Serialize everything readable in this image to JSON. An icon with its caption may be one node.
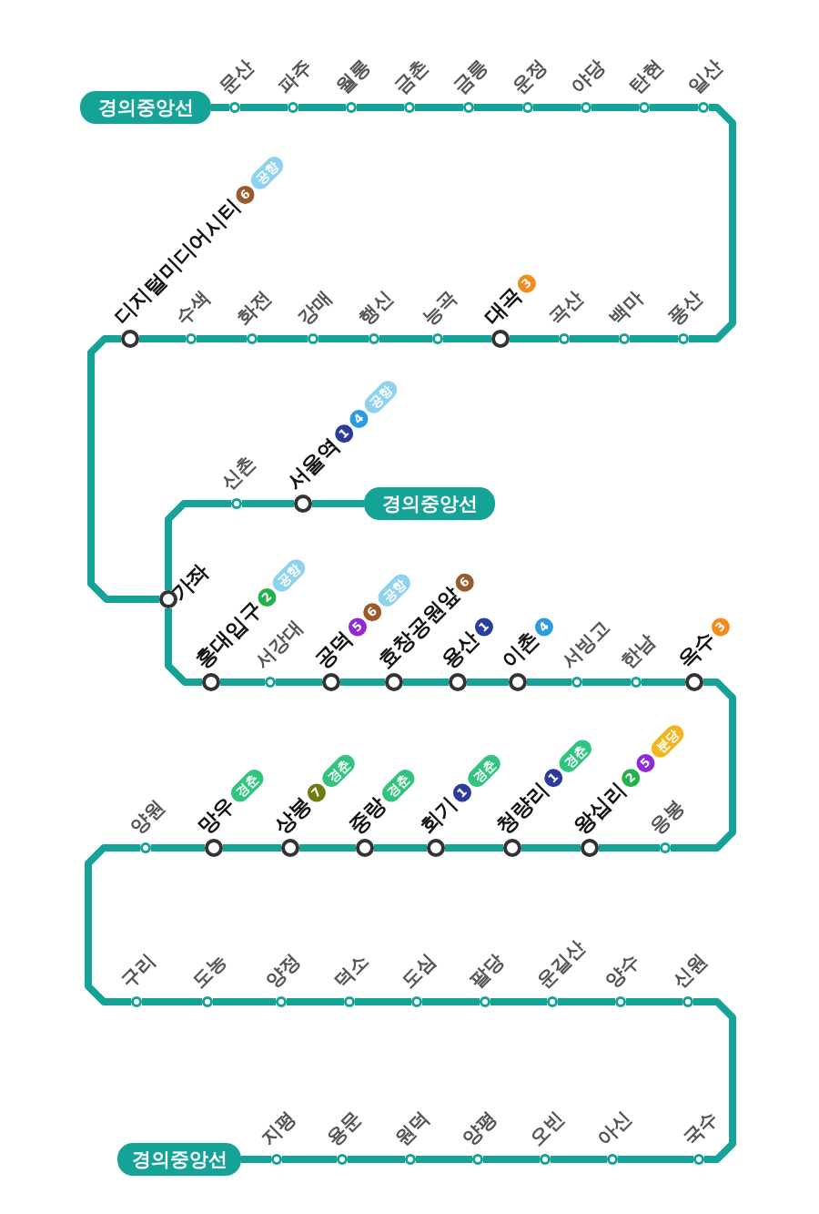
{
  "diagram": {
    "nodes": [
      {
        "text": [
          "경의중앙선"
        ]
      },
      {
        "text": [],
        "shape": "circle",
        "beside": [
          "문산"
        ]
      },
      {
        "text": [],
        "shape": "circle",
        "beside": [
          "파주"
        ]
      },
      {
        "text": [],
        "shape": "circle",
        "beside": [
          "월롱"
        ]
      },
      {
        "text": [],
        "shape": "circle",
        "beside": [
          "금촌"
        ]
      },
      {
        "text": [],
        "shape": "circle",
        "beside": [
          "금릉"
        ]
      },
      {
        "text": [],
        "shape": "circle",
        "beside": [
          "운정"
        ]
      },
      {
        "text": [],
        "shape": "circle",
        "beside": [
          "야당"
        ]
      },
      {
        "text": [],
        "shape": "circle",
        "beside": [
          "탄현"
        ]
      },
      {
        "text": [],
        "shape": "circle",
        "beside": [
          "일산"
        ]
      },
      {
        "text": [],
        "shape": "circle",
        "beside": [
          "디지털미디어시티",
          "6",
          "공항"
        ]
      },
      {
        "text": [],
        "shape": "circle",
        "beside": [
          "수색"
        ]
      },
      {
        "text": [],
        "shape": "circle",
        "beside": [
          "화전"
        ]
      },
      {
        "text": [],
        "shape": "circle",
        "beside": [
          "강매"
        ]
      },
      {
        "text": [],
        "shape": "circle",
        "beside": [
          "행신"
        ]
      },
      {
        "text": [],
        "shape": "circle",
        "beside": [
          "능곡"
        ]
      },
      {
        "text": [],
        "shape": "circle",
        "beside": [
          "대곡",
          "3"
        ]
      },
      {
        "text": [],
        "shape": "circle",
        "beside": [
          "곡산"
        ]
      },
      {
        "text": [],
        "shape": "circle",
        "beside": [
          "백마"
        ]
      },
      {
        "text": [],
        "shape": "circle",
        "beside": [
          "풍산"
        ]
      },
      {
        "text": [],
        "shape": "circle",
        "beside": [
          "신촌"
        ]
      },
      {
        "text": [],
        "shape": "circle",
        "beside": [
          "서울역",
          "1",
          "4",
          "공항"
        ]
      },
      {
        "text": [
          "경의중앙선"
        ]
      },
      {
        "text": [],
        "shape": "circle",
        "beside": [
          "가좌"
        ]
      },
      {
        "text": [],
        "shape": "circle",
        "beside": [
          "홍대입구",
          "2",
          "공항"
        ]
      },
      {
        "text": [],
        "shape": "circle",
        "beside": [
          "서강대"
        ]
      },
      {
        "text": [],
        "shape": "circle",
        "beside": [
          "공덕",
          "5",
          "6",
          "공항"
        ]
      },
      {
        "text": [],
        "shape": "circle",
        "beside": [
          "효창공원앞",
          "6"
        ]
      },
      {
        "text": [],
        "shape": "circle",
        "beside": [
          "용산",
          "1"
        ]
      },
      {
        "text": [],
        "shape": "circle",
        "beside": [
          "이촌",
          "4"
        ]
      },
      {
        "text": [],
        "shape": "circle",
        "beside": [
          "서빙고"
        ]
      },
      {
        "text": [],
        "shape": "circle",
        "beside": [
          "한남"
        ]
      },
      {
        "text": [],
        "shape": "circle",
        "beside": [
          "옥수",
          "3"
        ]
      },
      {
        "text": [],
        "shape": "circle",
        "beside": [
          "양원"
        ]
      },
      {
        "text": [],
        "shape": "circle",
        "beside": [
          "망우",
          "경춘"
        ]
      },
      {
        "text": [],
        "shape": "circle",
        "beside": [
          "상봉",
          "7",
          "경춘"
        ]
      },
      {
        "text": [],
        "shape": "circle",
        "beside": [
          "중랑",
          "경춘"
        ]
      },
      {
        "text": [],
        "shape": "circle",
        "beside": [
          "회기",
          "1",
          "경춘"
        ]
      },
      {
        "text": [],
        "shape": "circle",
        "beside": [
          "청량리",
          "1",
          "경춘"
        ]
      },
      {
        "text": [],
        "shape": "circle",
        "beside": [
          "왕십리",
          "2",
          "5",
          "분당"
        ]
      },
      {
        "text": [],
        "shape": "circle",
        "beside": [
          "응봉"
        ]
      },
      {
        "text": [],
        "shape": "circle",
        "beside": [
          "구리"
        ]
      },
      {
        "text": [],
        "shape": "circle",
        "beside": [
          "도농"
        ]
      },
      {
        "text": [],
        "shape": "circle",
        "beside": [
          "양정"
        ]
      },
      {
        "text": [],
        "shape": "circle",
        "beside": [
          "덕소"
        ]
      },
      {
        "text": [],
        "shape": "circle",
        "beside": [
          "도심"
        ]
      },
      {
        "text": [],
        "shape": "circle",
        "beside": [
          "팔당"
        ]
      },
      {
        "text": [],
        "shape": "circle",
        "beside": [
          "운길산"
        ]
      },
      {
        "text": [],
        "shape": "circle",
        "beside": [
          "양수"
        ]
      },
      {
        "text": [],
        "shape": "circle",
        "beside": [
          "신원"
        ]
      },
      {
        "text": [
          "경의중앙선"
        ]
      },
      {
        "text": [],
        "shape": "circle",
        "beside": [
          "지평"
        ]
      },
      {
        "text": [],
        "shape": "circle",
        "beside": [
          "용문"
        ]
      },
      {
        "text": [],
        "shape": "circle",
        "beside": [
          "원덕"
        ]
      },
      {
        "text": [],
        "shape": "circle",
        "beside": [
          "양평"
        ]
      },
      {
        "text": [],
        "shape": "circle",
        "beside": [
          "오빈"
        ]
      },
      {
        "text": [],
        "shape": "circle",
        "beside": [
          "아신"
        ]
      },
      {
        "text": [],
        "shape": "circle",
        "beside": [
          "국수"
        ]
      }
    ],
    "edges": [
      {
        "from": 0,
        "to": 1,
        "arrow": "none"
      },
      {
        "from": 1,
        "to": 2,
        "arrow": "none"
      },
      {
        "from": 2,
        "to": 3,
        "arrow": "none"
      },
      {
        "from": 3,
        "to": 4,
        "arrow": "none"
      },
      {
        "from": 4,
        "to": 5,
        "arrow": "none"
      },
      {
        "from": 5,
        "to": 6,
        "arrow": "none"
      },
      {
        "from": 6,
        "to": 7,
        "arrow": "none"
      },
      {
        "from": 7,
        "to": 8,
        "arrow": "none"
      },
      {
        "from": 8,
        "to": 9,
        "arrow": "none"
      },
      {
        "from": 9,
        "to": 19,
        "arrow": "none"
      },
      {
        "from": 19,
        "to": 18,
        "arrow": "none"
      },
      {
        "from": 18,
        "to": 17,
        "arrow": "none"
      },
      {
        "from": 17,
        "to": 16,
        "arrow": "none"
      },
      {
        "from": 16,
        "to": 15,
        "arrow": "none"
      },
      {
        "from": 15,
        "to": 14,
        "arrow": "none"
      },
      {
        "from": 14,
        "to": 13,
        "arrow": "none"
      },
      {
        "from": 13,
        "to": 12,
        "arrow": "none"
      },
      {
        "from": 12,
        "to": 11,
        "arrow": "none"
      },
      {
        "from": 11,
        "to": 10,
        "arrow": "none"
      },
      {
        "from": 10,
        "to": 23,
        "arrow": "none"
      },
      {
        "from": 23,
        "to": 20,
        "arrow": "none"
      },
      {
        "from": 20,
        "to": 21,
        "arrow": "none"
      },
      {
        "from": 21,
        "to": 22,
        "arrow": "none"
      },
      {
        "from": 23,
        "to": 24,
        "arrow": "none"
      },
      {
        "from": 24,
        "to": 25,
        "arrow": "none"
      },
      {
        "from": 25,
        "to": 26,
        "arrow": "none"
      },
      {
        "from": 26,
        "to": 27,
        "arrow": "none"
      },
      {
        "from": 27,
        "to": 28,
        "arrow": "none"
      },
      {
        "from": 28,
        "to": 29,
        "arrow": "none"
      },
      {
        "from": 29,
        "to": 30,
        "arrow": "none"
      },
      {
        "from": 30,
        "to": 31,
        "arrow": "none"
      },
      {
        "from": 31,
        "to": 32,
        "arrow": "none"
      },
      {
        "from": 32,
        "to": 40,
        "arrow": "none"
      },
      {
        "from": 40,
        "to": 39,
        "arrow": "none"
      },
      {
        "from": 39,
        "to": 38,
        "arrow": "none"
      },
      {
        "from": 38,
        "to": 37,
        "arrow": "none"
      },
      {
        "from": 37,
        "to": 36,
        "arrow": "none"
      },
      {
        "from": 36,
        "to": 35,
        "arrow": "none"
      },
      {
        "from": 35,
        "to": 34,
        "arrow": "none"
      },
      {
        "from": 34,
        "to": 33,
        "arrow": "none"
      },
      {
        "from": 33,
        "to": 41,
        "arrow": "none"
      },
      {
        "from": 41,
        "to": 42,
        "arrow": "none"
      },
      {
        "from": 42,
        "to": 43,
        "arrow": "none"
      },
      {
        "from": 43,
        "to": 44,
        "arrow": "none"
      },
      {
        "from": 44,
        "to": 45,
        "arrow": "none"
      },
      {
        "from": 45,
        "to": 46,
        "arrow": "none"
      },
      {
        "from": 46,
        "to": 47,
        "arrow": "none"
      },
      {
        "from": 47,
        "to": 48,
        "arrow": "none"
      },
      {
        "from": 48,
        "to": 49,
        "arrow": "none"
      },
      {
        "from": 49,
        "to": 57,
        "arrow": "none"
      },
      {
        "from": 57,
        "to": 56,
        "arrow": "none"
      },
      {
        "from": 56,
        "to": 55,
        "arrow": "none"
      },
      {
        "from": 55,
        "to": 54,
        "arrow": "none"
      },
      {
        "from": 54,
        "to": 53,
        "arrow": "none"
      },
      {
        "from": 53,
        "to": 52,
        "arrow": "none"
      },
      {
        "from": 52,
        "to": 51,
        "arrow": "none"
      },
      {
        "from": 51,
        "to": 50,
        "arrow": "none"
      }
    ]
  }
}
